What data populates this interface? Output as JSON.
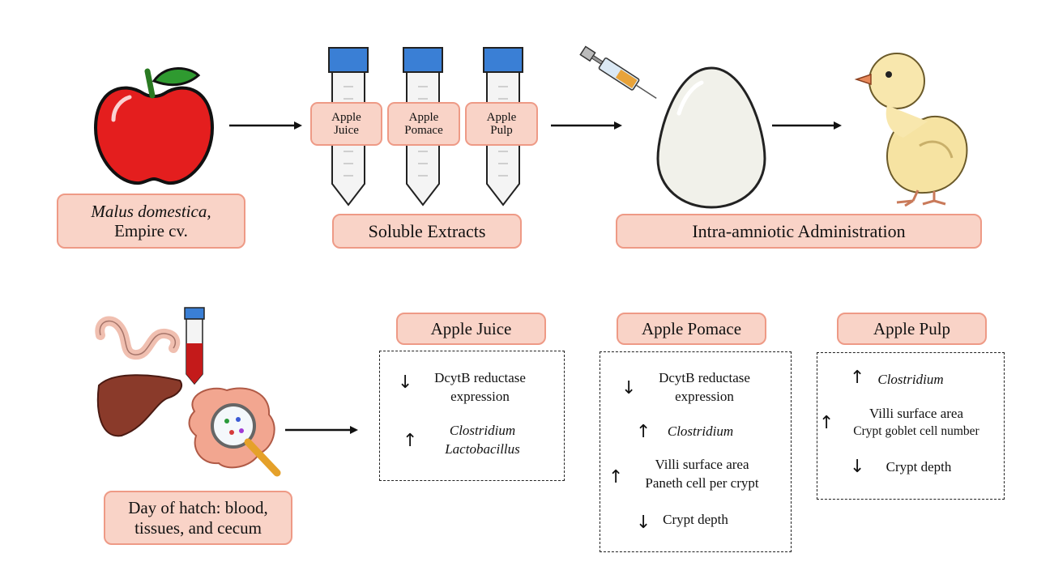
{
  "top_row": {
    "source_label_line1": "Malus domestica,",
    "source_label_line2": "Empire cv.",
    "tubes": [
      {
        "line1": "Apple",
        "line2": "Juice"
      },
      {
        "line1": "Apple",
        "line2": "Pomace"
      },
      {
        "line1": "Apple",
        "line2": "Pulp"
      }
    ],
    "extracts_label": "Soluble Extracts",
    "administration_label": "Intra-amniotic Administration"
  },
  "bottom_row": {
    "hatch_label_line1": "Day of hatch: blood,",
    "hatch_label_line2": "tissues, and cecum",
    "groups": [
      {
        "title": "Apple Juice",
        "down1_a": "DcytB reductase",
        "down1_b": "expression",
        "up1_a": "Clostridium",
        "up1_b": "Lactobacillus"
      },
      {
        "title": "Apple Pomace",
        "down1_a": "DcytB reductase",
        "down1_b": "expression",
        "up1": "Clostridium",
        "up2_a": "Villi surface area",
        "up2_b": "Paneth cell per crypt",
        "down2": "Crypt depth"
      },
      {
        "title": "Apple Pulp",
        "up1": "Clostridium",
        "up2_a": "Villi surface area",
        "up2_b": "Crypt goblet cell number",
        "down2": "Crypt depth"
      }
    ]
  },
  "symbols": {
    "up": "↑",
    "down": "↓"
  },
  "colors": {
    "label_fill": "#f9d3c7",
    "label_border": "#ee9a86",
    "tube_cap": "#3a7fd5",
    "apple": "#e41e1e"
  }
}
